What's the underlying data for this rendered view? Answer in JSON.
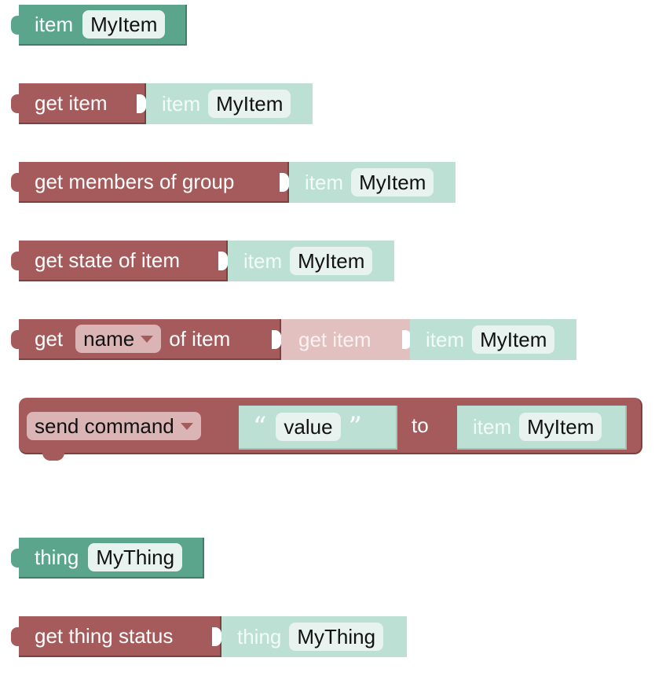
{
  "blocks": {
    "item": {
      "label": "item",
      "value": "MyItem"
    },
    "get_item": {
      "label": "get item",
      "inner_label": "item",
      "inner_value": "MyItem"
    },
    "get_members": {
      "label": "get members of group",
      "inner_label": "item",
      "inner_value": "MyItem"
    },
    "get_state": {
      "label": "get state of item",
      "inner_label": "item",
      "inner_value": "MyItem"
    },
    "get_attr": {
      "label_get": "get",
      "dropdown": "name",
      "label_of": "of item",
      "inner_get": "get item",
      "inner_label": "item",
      "inner_value": "MyItem"
    },
    "send_command": {
      "dropdown": "send command",
      "value": "value",
      "to": "to",
      "inner_label": "item",
      "inner_value": "MyItem"
    },
    "thing": {
      "label": "thing",
      "value": "MyThing"
    },
    "get_thing_status": {
      "label": "get thing status",
      "inner_label": "thing",
      "inner_value": "MyThing"
    }
  }
}
